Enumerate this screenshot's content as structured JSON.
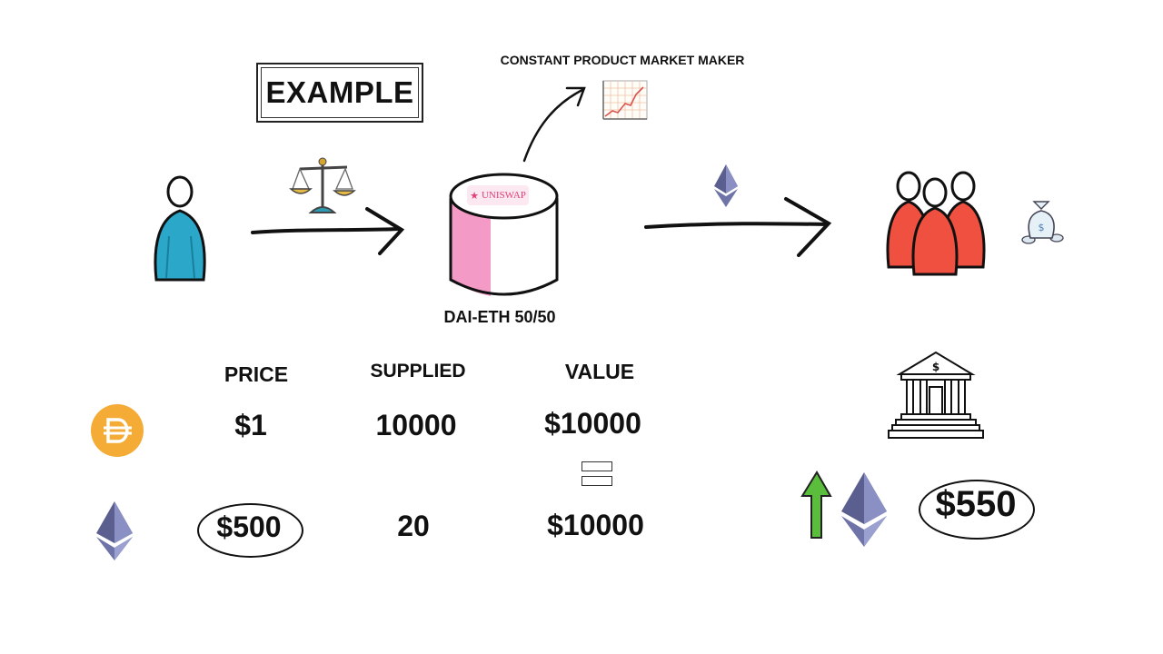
{
  "example_label": "EXAMPLE",
  "cpmm_label": "CONSTANT PRODUCT MARKET MAKER",
  "pool": {
    "brand": "UNISWAP",
    "label": "DAI-ETH 50/50",
    "fill_colors": {
      "pink": "#f39bc6",
      "white": "#ffffff"
    }
  },
  "table": {
    "headers": {
      "price": "PRICE",
      "supplied": "SUPPLIED",
      "value": "VALUE"
    },
    "dai": {
      "price": "$1",
      "supplied": "10000",
      "value": "$10000"
    },
    "eth": {
      "price": "$500",
      "supplied": "20",
      "value": "$10000"
    }
  },
  "result": {
    "new_eth_price": "$550"
  },
  "icons": [
    "user-icon",
    "scales-icon",
    "pool-cylinder-icon",
    "chart-icon",
    "ethereum-icon",
    "crowd-icon",
    "money-bag-icon",
    "bank-icon",
    "dai-coin-icon",
    "up-arrow-icon",
    "equals-icon"
  ],
  "colors": {
    "user": "#2aa7c9",
    "crowd": "#f0503f",
    "dai": "#f5ac37",
    "eth_dark": "#5a5f8f",
    "eth_light": "#8a90c4",
    "arrow_up": "#5bbd3c",
    "uniswap": "#e0407a"
  }
}
